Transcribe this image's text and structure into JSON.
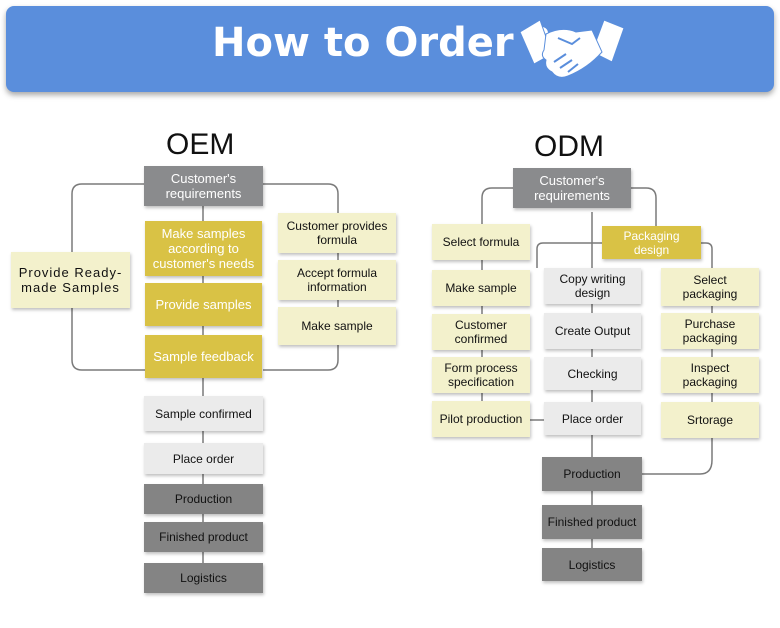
{
  "banner": {
    "title": "How to Order ?",
    "icon": "handshake-icon"
  },
  "oem": {
    "title": "OEM",
    "requirements": "Customer's requirements",
    "ready_made": "Provide Ready-made Samples",
    "make_samples": "Make samples according to customer's needs",
    "provide_samples": "Provide samples",
    "sample_feedback": "Sample feedback",
    "formula": [
      "Customer provides formula",
      "Accept formula information",
      "Make sample"
    ],
    "steps": [
      "Sample confirmed",
      "Place order",
      "Production",
      "Finished product",
      "Logistics"
    ]
  },
  "odm": {
    "title": "ODM",
    "requirements": "Customer's requirements",
    "left": [
      "Select formula",
      "Make sample",
      "Customer confirmed",
      "Form process specification",
      "Pilot production"
    ],
    "packaging_design": "Packaging design",
    "middle": [
      "Copy writing design",
      "Create Output",
      "Checking",
      "Place order"
    ],
    "right": [
      "Select packaging",
      "Purchase packaging",
      "Inspect packaging",
      "Srtorage"
    ],
    "steps": [
      "Production",
      "Finished product",
      "Logistics"
    ]
  }
}
